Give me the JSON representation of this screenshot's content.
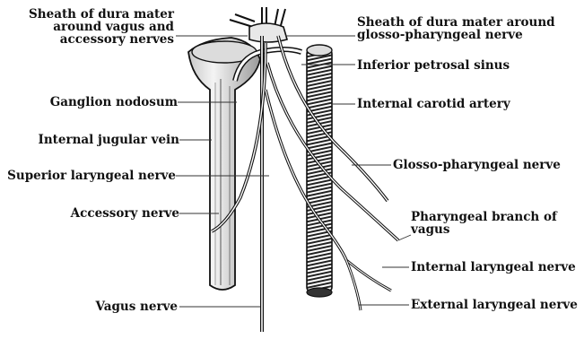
{
  "labels": {
    "sheath_vagus_accessory": "Sheath of dura mater\naround vagus and\naccessory nerves",
    "sheath_glosso": "Sheath of dura mater around\nglosso-pharyngeal nerve",
    "inferior_petrosal_sinus": "Inferior petrosal sinus",
    "ganglion_nodosum": "Ganglion nodosum",
    "internal_carotid_artery": "Internal carotid artery",
    "internal_jugular_vein": "Internal jugular vein",
    "glosso_pharyngeal_nerve": "Glosso-pharyngeal nerve",
    "superior_laryngeal_nerve": "Superior laryngeal nerve",
    "accessory_nerve": "Accessory nerve",
    "pharyngeal_branch_of_vagus": "Pharyngeal branch of\nvagus",
    "internal_laryngeal_nerve": "Internal laryngeal nerve",
    "vagus_nerve": "Vagus nerve",
    "external_laryngeal_nerve": "External laryngeal nerve"
  },
  "colors": {
    "ink": "#111111",
    "paper": "#ffffff"
  }
}
